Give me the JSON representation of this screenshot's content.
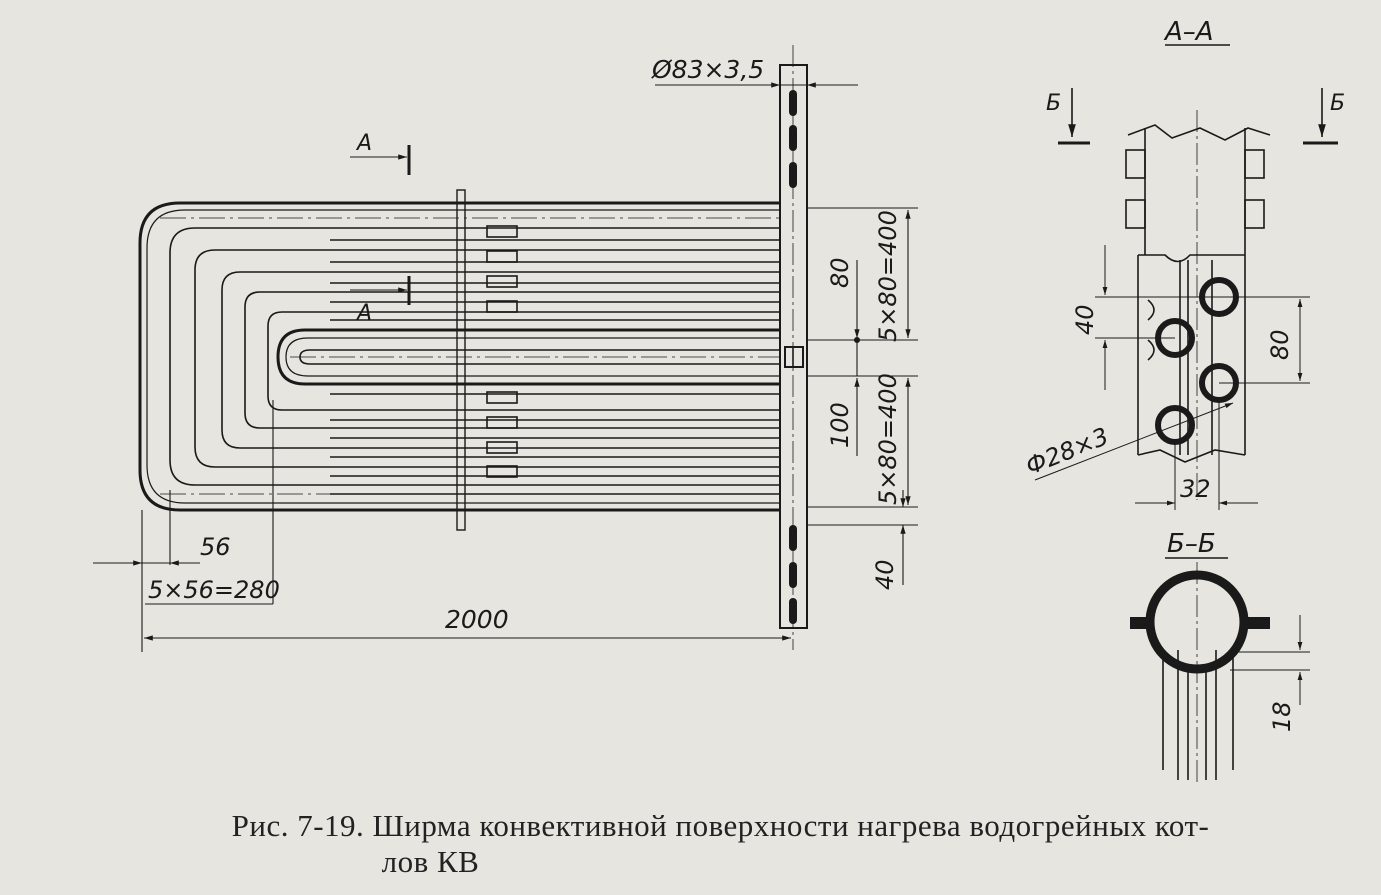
{
  "main_view": {
    "section_marker": "А",
    "dims": {
      "header_pipe": "Ø83×3,5",
      "top_pitch": "80",
      "top_group": "5×80=400",
      "bottom_pitch": "100",
      "bottom_group": "5×80=400",
      "bottom_end": "40",
      "horizontal_pitch": "56",
      "horizontal_group": "5×56=280",
      "overall_length": "2000"
    }
  },
  "section_aa": {
    "title": "А–А",
    "cut_marker": "Б",
    "dims": {
      "vertical_left": "40",
      "vertical_right": "80",
      "tube": "Ф28×3",
      "horizontal": "32"
    }
  },
  "section_bb": {
    "title": "Б–Б",
    "dims": {
      "vertical": "18"
    }
  },
  "caption": {
    "line1": "Рис. 7-19. Ширма конвективной поверхности нагрева водогрейных кот-",
    "line2": "лов КВ"
  }
}
